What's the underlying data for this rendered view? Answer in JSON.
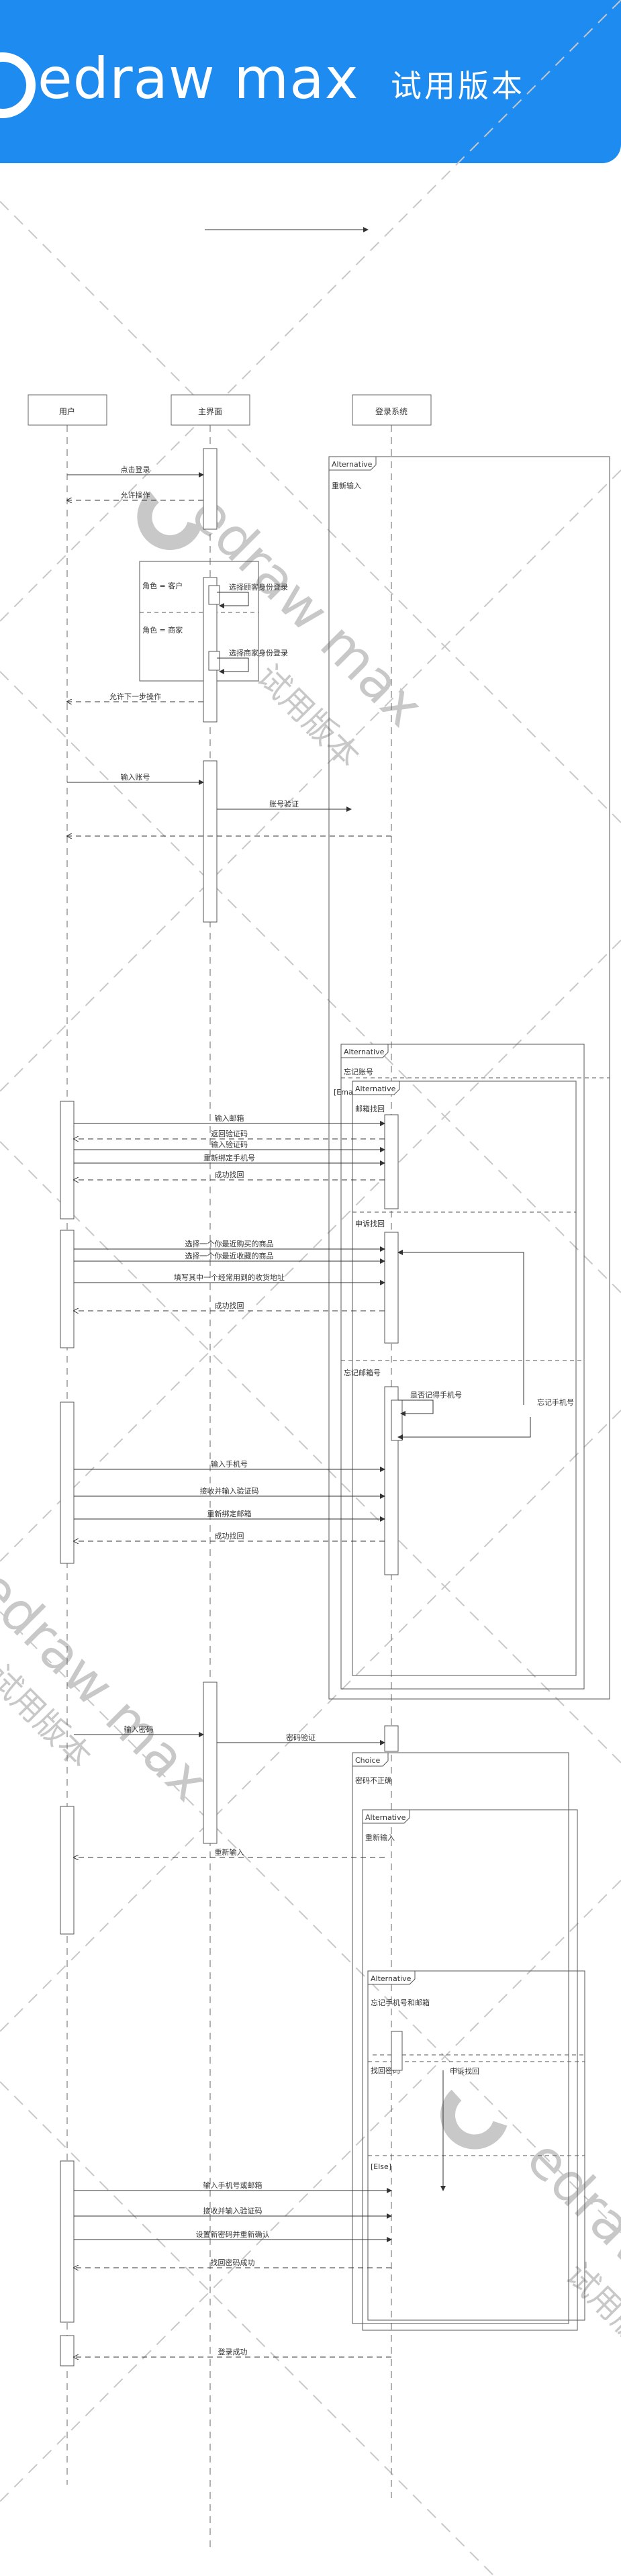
{
  "banner": {
    "brand": "edraw max",
    "trial": "试用版本"
  },
  "lifelines": {
    "user": "用户",
    "main": "主界面",
    "login": "登录系统"
  },
  "fragments": {
    "alt_outer": {
      "kind": "Alternative",
      "guard": "重新输入"
    },
    "alt_forgot": {
      "kind": "Alternative",
      "guard": "忘记账号",
      "guard_prefix": "[Ema"
    },
    "alt_inner": {
      "kind": "Alternative",
      "guard": "邮箱找回",
      "guard2": "申诉找回"
    },
    "forgot_email": {
      "guard": "忘记邮箱号"
    },
    "choice": {
      "kind": "Choice",
      "guard": "密码不正确"
    },
    "alt_pwd": {
      "kind": "Alternative",
      "guard": "重新输入"
    },
    "alt_phone": {
      "kind": "Alternative",
      "guard": "忘记手机号和邮箱",
      "guard2": "找回密码",
      "else": "[Else]"
    }
  },
  "roles": {
    "customer": "角色 = 客户",
    "merchant": "角色 = 商家"
  },
  "messages": {
    "m1": "点击登录",
    "m2": "允许操作",
    "m3": "选择顾客身份登录",
    "m4": "选择商家身份登录",
    "m5": "允许下一步操作",
    "m6": "输入账号",
    "m7": "账号验证",
    "m8": "输入邮箱",
    "m9": "返回验证码",
    "m10": "输入验证码",
    "m11": "重新绑定手机号",
    "m12": "成功找回",
    "m13": "选择一个你最近购买的商品",
    "m14": "选择一个你最近收藏的商品",
    "m15": "填写其中一个经常用到的收货地址",
    "m16": "成功找回",
    "m17": "是否记得手机号",
    "m18": "忘记手机号",
    "m19": "输入手机号",
    "m20": "接收并输入验证码",
    "m21": "重新绑定邮箱",
    "m22": "成功找回",
    "m23": "输入密码",
    "m24": "密码验证",
    "m25": "重新输入",
    "m26": "申诉找回",
    "m27": "输入手机号或邮箱",
    "m28": "接收并输入验证码",
    "m29": "设置新密码并重新确认",
    "m30": "找回密码成功",
    "m31": "登录成功"
  },
  "watermarks": {
    "w1": "edraw max",
    "w2": "试用版本"
  },
  "colors": {
    "banner": "#1e8bf0",
    "line": "#555555",
    "watermark": "#c8c8c8"
  }
}
